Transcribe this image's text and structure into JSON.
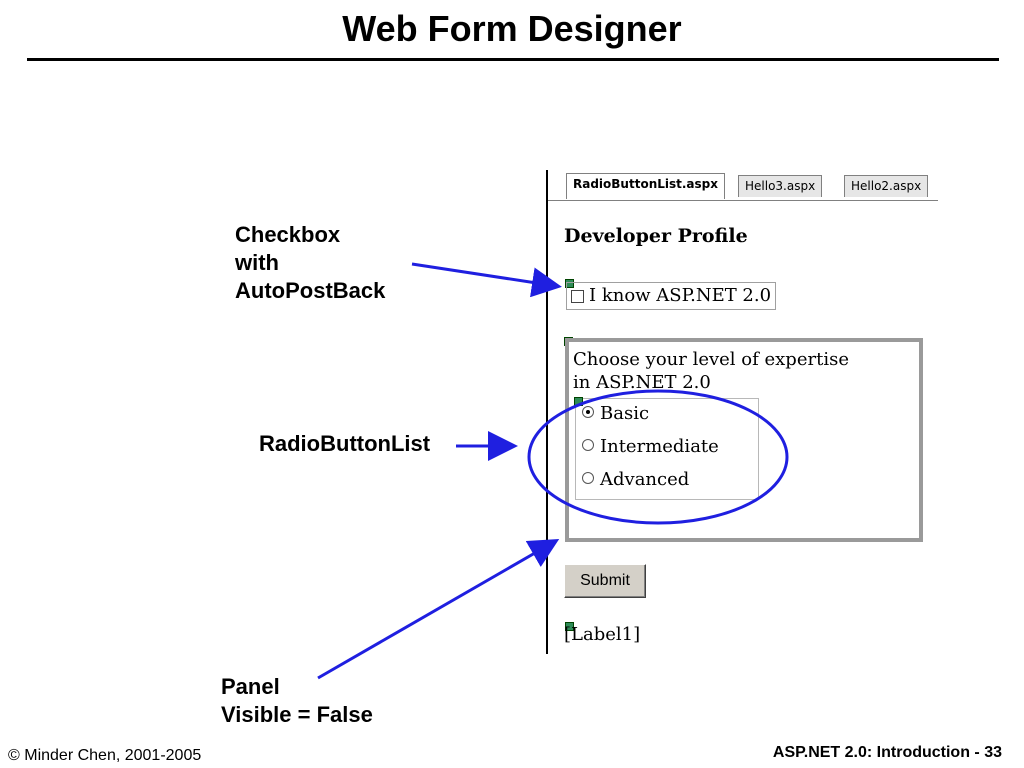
{
  "slide": {
    "title": "Web Form Designer",
    "footer_left": "© Minder Chen, 2001-2005",
    "footer_right": "ASP.NET 2.0: Introduction  - 33"
  },
  "callouts": {
    "checkbox": [
      "Checkbox",
      "with",
      "AutoPostBack"
    ],
    "rbl": "RadioButtonList",
    "panel": [
      "Panel",
      "Visible = False"
    ]
  },
  "designer": {
    "tabs": [
      "RadioButtonList.aspx",
      "Hello3.aspx",
      "Hello2.aspx"
    ],
    "active_tab": "RadioButtonList.aspx",
    "heading": "Developer Profile",
    "checkbox_label": "I know ASP.NET 2.0",
    "checkbox_checked": false,
    "panel_text": [
      "Choose your level of expertise",
      "in ASP.NET 2.0"
    ],
    "radio_options": [
      "Basic",
      "Intermediate",
      "Advanced"
    ],
    "radio_selected": "Basic",
    "submit_label": "Submit",
    "label_text": "[Label1]"
  },
  "colors": {
    "annotation": "#1f1fe0",
    "panel_border": "#9a9a9a",
    "control_glyph": "#2e8b57"
  }
}
